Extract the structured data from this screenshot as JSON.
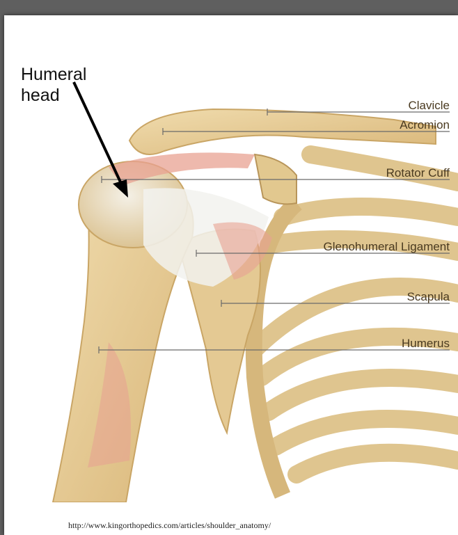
{
  "callout": {
    "line1": "Humeral",
    "line2": "head"
  },
  "labels": {
    "clavicle": "Clavicle",
    "acromion": "Acromion",
    "rotator_cuff": "Rotator Cuff",
    "glenohumeral_ligament": "Glenohumeral Ligament",
    "scapula": "Scapula",
    "humerus": "Humerus"
  },
  "source_url": "http://www.kingorthopedics.com/articles/shoulder_anatomy/",
  "colors": {
    "bone": "#e6cd98",
    "bone_dark": "#c9a565",
    "ligament": "#f2f2ee",
    "muscle": "#e8a192",
    "leader": "#6a6a6a"
  }
}
